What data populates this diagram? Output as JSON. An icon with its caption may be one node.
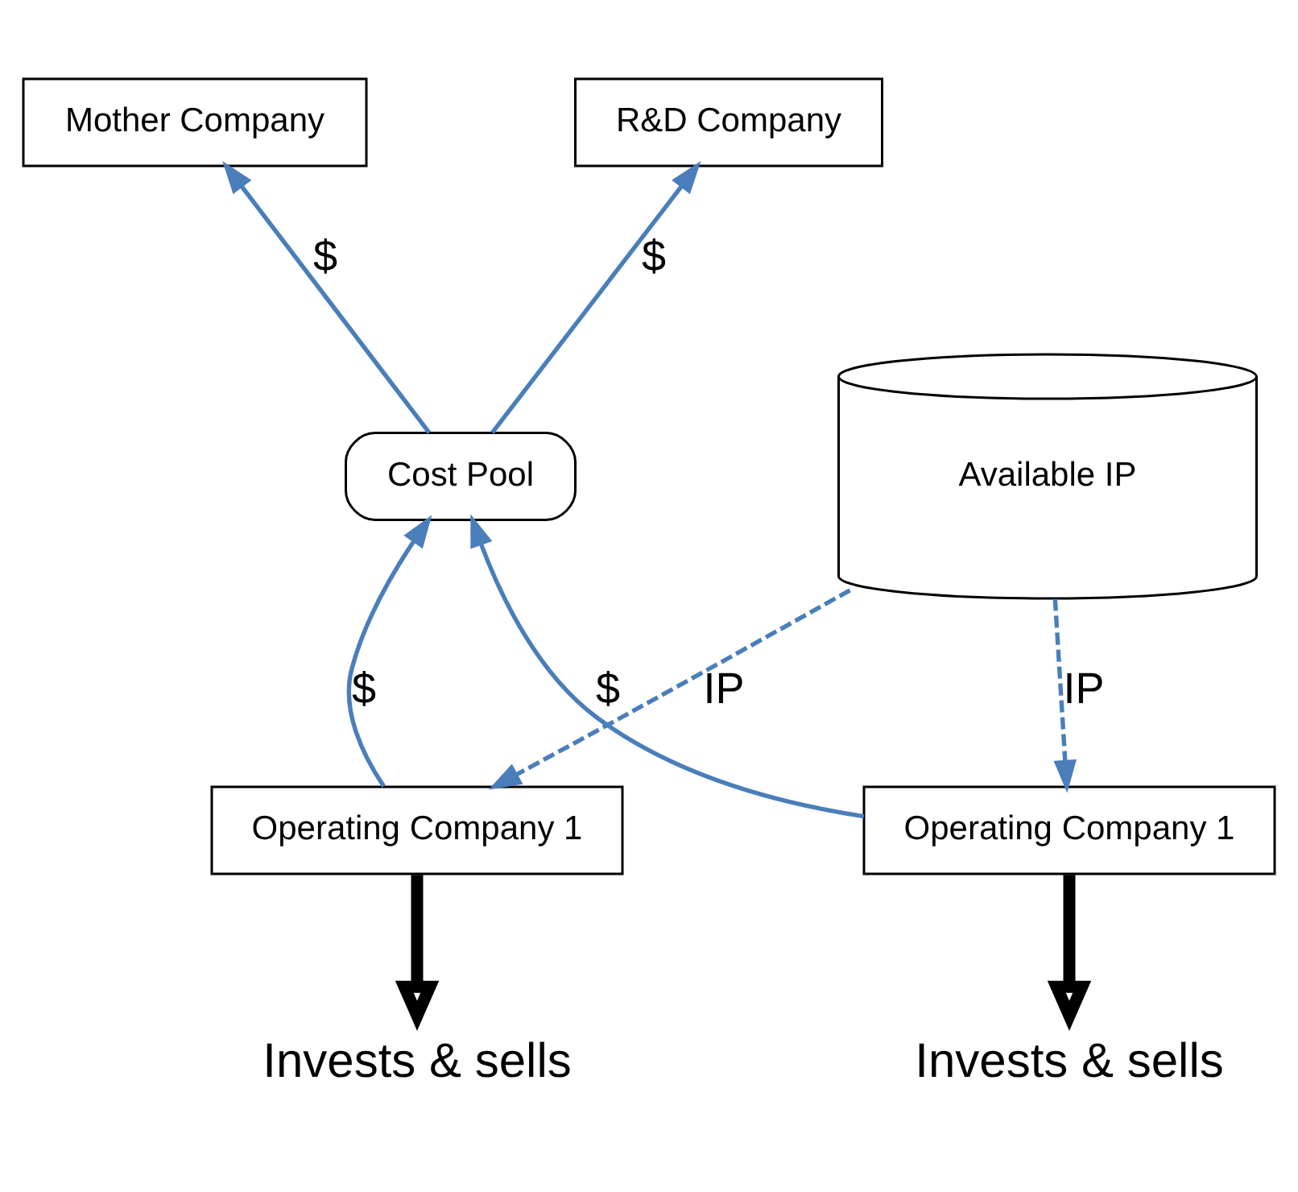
{
  "diagram": {
    "nodes": [
      {
        "text": [
          "Mother Company"
        ]
      },
      {
        "text": [
          "R&D Company"
        ]
      },
      {
        "text": [
          "Cost Pool"
        ]
      },
      {
        "text": [
          "Available IP"
        ]
      },
      {
        "text": [
          "Operating Company 1"
        ]
      },
      {
        "text": [
          "Operating Company 1"
        ]
      },
      {
        "text": [
          "Invests & sells"
        ]
      },
      {
        "text": [
          "Invests & sells"
        ]
      }
    ],
    "edges": [
      {
        "from": 2,
        "to": 0,
        "arrow": "to",
        "label": "$"
      },
      {
        "from": 2,
        "to": 1,
        "arrow": "to",
        "label": "$"
      },
      {
        "from": 4,
        "to": 2,
        "arrow": "to",
        "label": "$"
      },
      {
        "from": 5,
        "to": 2,
        "arrow": "to",
        "label": "$"
      },
      {
        "from": 3,
        "to": 4,
        "arrow": "to",
        "label": "IP",
        "style": "dashed"
      },
      {
        "from": 3,
        "to": 5,
        "arrow": "to",
        "label": "IP",
        "style": "dashed"
      },
      {
        "from": 4,
        "to": 6,
        "arrow": "to",
        "style": "thick",
        "color": "#000000"
      },
      {
        "from": 5,
        "to": 7,
        "arrow": "to",
        "style": "thick",
        "color": "#000000"
      }
    ]
  }
}
